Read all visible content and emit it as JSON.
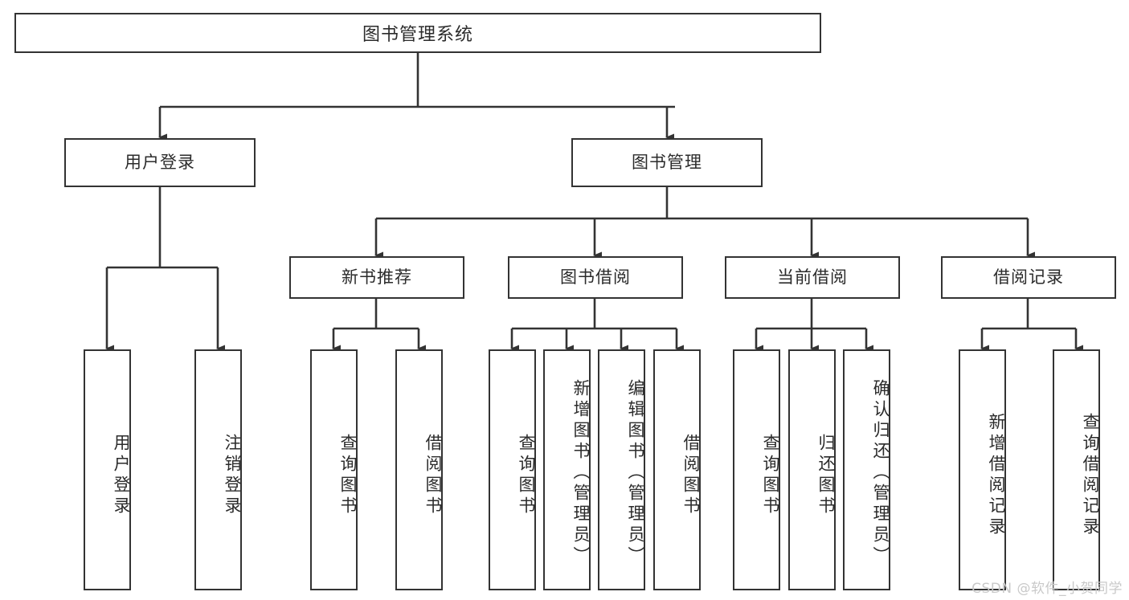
{
  "diagram": {
    "type": "tree",
    "title": "图书管理系统",
    "root": {
      "label": "图书管理系统"
    },
    "level2": [
      {
        "label": "用户登录"
      },
      {
        "label": "图书管理"
      }
    ],
    "level3": [
      {
        "label": "新书推荐"
      },
      {
        "label": "图书借阅"
      },
      {
        "label": "当前借阅"
      },
      {
        "label": "借阅记录"
      }
    ],
    "leaves": {
      "user_login": [
        {
          "label": "用户登录"
        },
        {
          "label": "注销登录"
        }
      ],
      "new_book_recommend": [
        {
          "label": "查询图书"
        },
        {
          "label": "借阅图书"
        }
      ],
      "book_borrow": [
        {
          "label": "查询图书"
        },
        {
          "label": "新增图书（管理员）"
        },
        {
          "label": "编辑图书（管理员）"
        },
        {
          "label": "借阅图书"
        }
      ],
      "current_borrow": [
        {
          "label": "查询图书"
        },
        {
          "label": "归还图书"
        },
        {
          "label": "确认归还（管理员）"
        }
      ],
      "borrow_record": [
        {
          "label": "新增借阅记录"
        },
        {
          "label": "查询借阅记录"
        }
      ]
    }
  },
  "watermark": {
    "text": "CSDN @软件_小贺同学"
  },
  "colors": {
    "stroke": "#333333",
    "box_fill": "#ffffff",
    "text": "#2b2b2b",
    "watermark": "#c9c9c9",
    "background": "#ffffff"
  }
}
